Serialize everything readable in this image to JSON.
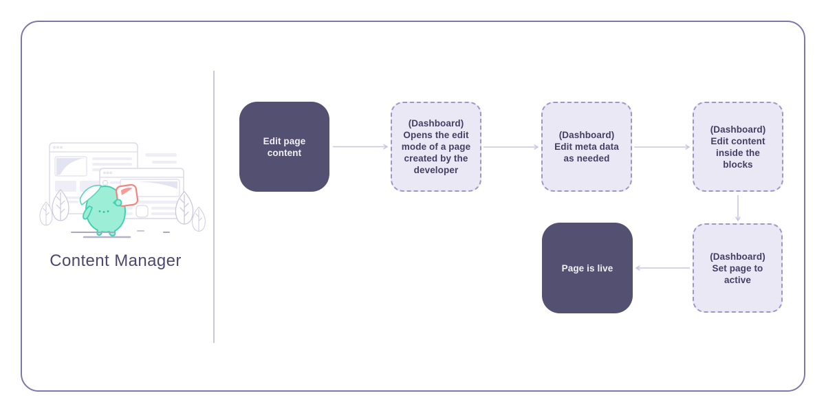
{
  "canvas": {
    "title": "Content Manager"
  },
  "theme": {
    "frame_border": "#7C77A8",
    "divider": "#C7C5DF",
    "node_solid_bg": "#545071",
    "node_solid_text": "#F2F1F7",
    "node_dashed_bg": "#E9E8F4",
    "node_dashed_border": "#9D97C7",
    "node_dashed_text": "#443E63",
    "arrow": "#C8C5E4",
    "mascot_fill": "#9DEED6",
    "mascot_stroke": "#45CFB1",
    "card_stroke": "#F4837E",
    "illustration_line": "#D9D8EA"
  },
  "flow": {
    "nodes": [
      {
        "id": "edit-page-content",
        "variant": "solid",
        "label": "Edit page\ncontent"
      },
      {
        "id": "open-edit-mode",
        "variant": "dashed",
        "label": "(Dashboard)\nOpens the edit\nmode of a page\ncreated by the\ndeveloper"
      },
      {
        "id": "edit-meta-data",
        "variant": "dashed",
        "label": "(Dashboard)\nEdit meta data\nas needed"
      },
      {
        "id": "edit-content-blocks",
        "variant": "dashed",
        "label": "(Dashboard)\nEdit content\ninside the\nblocks"
      },
      {
        "id": "set-page-active",
        "variant": "dashed",
        "label": "(Dashboard)\nSet page to\nactive"
      },
      {
        "id": "page-is-live",
        "variant": "solid",
        "label": "Page is live"
      }
    ],
    "connections": [
      {
        "from": "edit-page-content",
        "to": "open-edit-mode",
        "direction": "right"
      },
      {
        "from": "open-edit-mode",
        "to": "edit-meta-data",
        "direction": "right"
      },
      {
        "from": "edit-meta-data",
        "to": "edit-content-blocks",
        "direction": "right"
      },
      {
        "from": "edit-content-blocks",
        "to": "set-page-active",
        "direction": "down"
      },
      {
        "from": "set-page-active",
        "to": "page-is-live",
        "direction": "left"
      }
    ]
  },
  "illustration": {
    "parts": [
      "browser-window-back",
      "browser-window-front",
      "mascot",
      "held-card",
      "leaf-trees",
      "ground-lines"
    ]
  }
}
